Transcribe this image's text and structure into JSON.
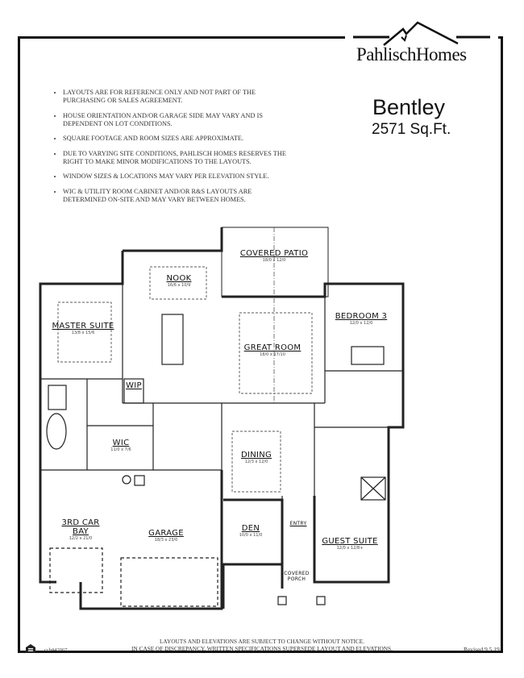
{
  "brand": {
    "name": "PahlischHomes",
    "logo_icon": "mountain-peaks-icon"
  },
  "plan": {
    "name": "Bentley",
    "area": "2571 Sq.Ft."
  },
  "notes": [
    "LAYOUTS ARE FOR REFERENCE ONLY AND NOT PART OF THE PURCHASING OR SALES AGREEMENT.",
    "HOUSE ORIENTATION AND/OR GARAGE SIDE MAY VARY AND IS DEPENDENT ON LOT CONDITIONS.",
    "SQUARE FOOTAGE AND ROOM SIZES ARE APPROXIMATE.",
    "DUE TO VARYING SITE CONDITIONS, PAHLISCH HOMES RESERVES THE RIGHT TO MAKE MINOR MODIFICATIONS TO THE LAYOUTS.",
    "WINDOW SIZES & LOCATIONS MAY VARY PER ELEVATION STYLE.",
    "WIC & UTILITY ROOM CABINET AND/OR R&S LAYOUTS ARE DETERMINED ON-SITE AND MAY VARY BETWEEN HOMES."
  ],
  "rooms": [
    {
      "name": "COVERED PATIO",
      "size": "18/0 x 12/0"
    },
    {
      "name": "NOOK",
      "size": "16/6 x 10/9"
    },
    {
      "name": "MASTER SUITE",
      "size": "13/8 x 15/6"
    },
    {
      "name": "GREAT ROOM",
      "size": "18/0 x 17/10"
    },
    {
      "name": "BEDROOM 3",
      "size": "12/0 x 12/0"
    },
    {
      "name": "WIP",
      "size": ""
    },
    {
      "name": "WIC",
      "size": "11/0 x 7/6"
    },
    {
      "name": "DINING",
      "size": "12/3 x 12/0"
    },
    {
      "name": "3RD CAR BAY",
      "size": "12/2 x 21/0"
    },
    {
      "name": "GARAGE",
      "size": "18/3 x 23/0"
    },
    {
      "name": "DEN",
      "size": "10/0 x 11/0"
    },
    {
      "name": "ENTRY",
      "size": ""
    },
    {
      "name": "GUEST SUITE",
      "size": "12/0 x 12/8+"
    },
    {
      "name": "COVERED PORCH",
      "size": ""
    }
  ],
  "footer": {
    "line1": "LAYOUTS AND ELEVATIONS ARE SUBJECT TO CHANGE WITHOUT NOTICE.",
    "line2": "IN CASE OF DISCREPANCY, WRITTEN SPECIFICATIONS SUPERSEDE LAYOUT AND ELEVATIONS.",
    "license": "ccb#42067",
    "revised": "Revised 9.5.19",
    "equal_housing_icon": "equal-housing-icon"
  }
}
